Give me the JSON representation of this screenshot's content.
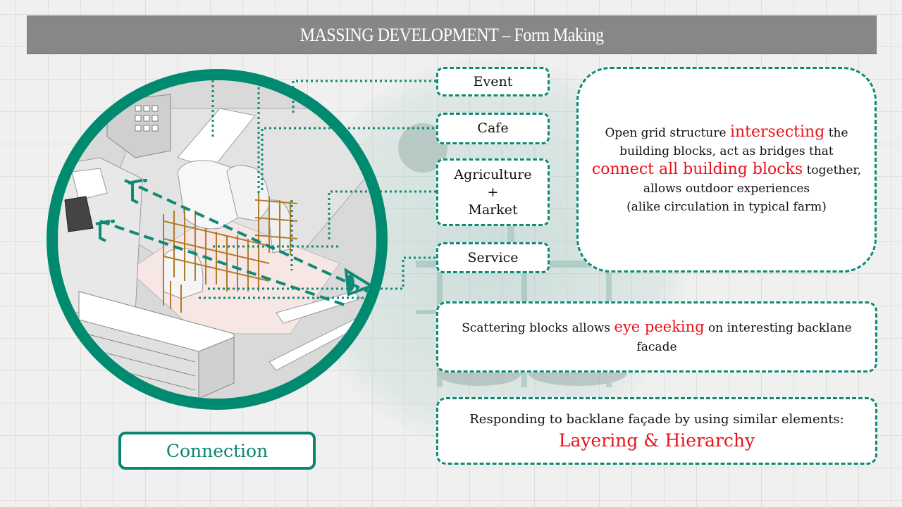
{
  "header": {
    "title": "MASSING DEVELOPMENT – Form Making"
  },
  "diagram": {
    "caption": "Connection",
    "icons": [
      "eye-icon",
      "person-arrow-icon",
      "person-arrow-icon"
    ],
    "colors": {
      "accent": "#008a70",
      "highlight": "#e8121a",
      "timber": "#b07a2a",
      "title_bar": "#878787"
    }
  },
  "program_tags": [
    {
      "label": "Event"
    },
    {
      "label": "Cafe"
    },
    {
      "label": "Agriculture\n+\nMarket",
      "lines": [
        "Agriculture",
        "+",
        "Market"
      ]
    },
    {
      "label": "Service"
    }
  ],
  "notes": [
    {
      "segments": [
        {
          "text": "Open grid structure ",
          "highlight": false
        },
        {
          "text": "intersecting",
          "highlight": true
        },
        {
          "text": " the building blocks, act as bridges that ",
          "highlight": false
        },
        {
          "text": "connect all building blocks",
          "highlight": true
        },
        {
          "text": " together, allows outdoor experiences",
          "highlight": false
        },
        {
          "text": "(alike circulation in typical farm)",
          "highlight": false
        }
      ]
    },
    {
      "segments": [
        {
          "text": "Scattering blocks allows ",
          "highlight": false
        },
        {
          "text": "eye peeking",
          "highlight": true
        },
        {
          "text": " on interesting backlane facade",
          "highlight": false
        }
      ]
    },
    {
      "segments": [
        {
          "text": "Responding to backlane façade by using similar elements: ",
          "highlight": false
        },
        {
          "text": "Layering & Hierarchy",
          "highlight": true
        }
      ]
    }
  ]
}
